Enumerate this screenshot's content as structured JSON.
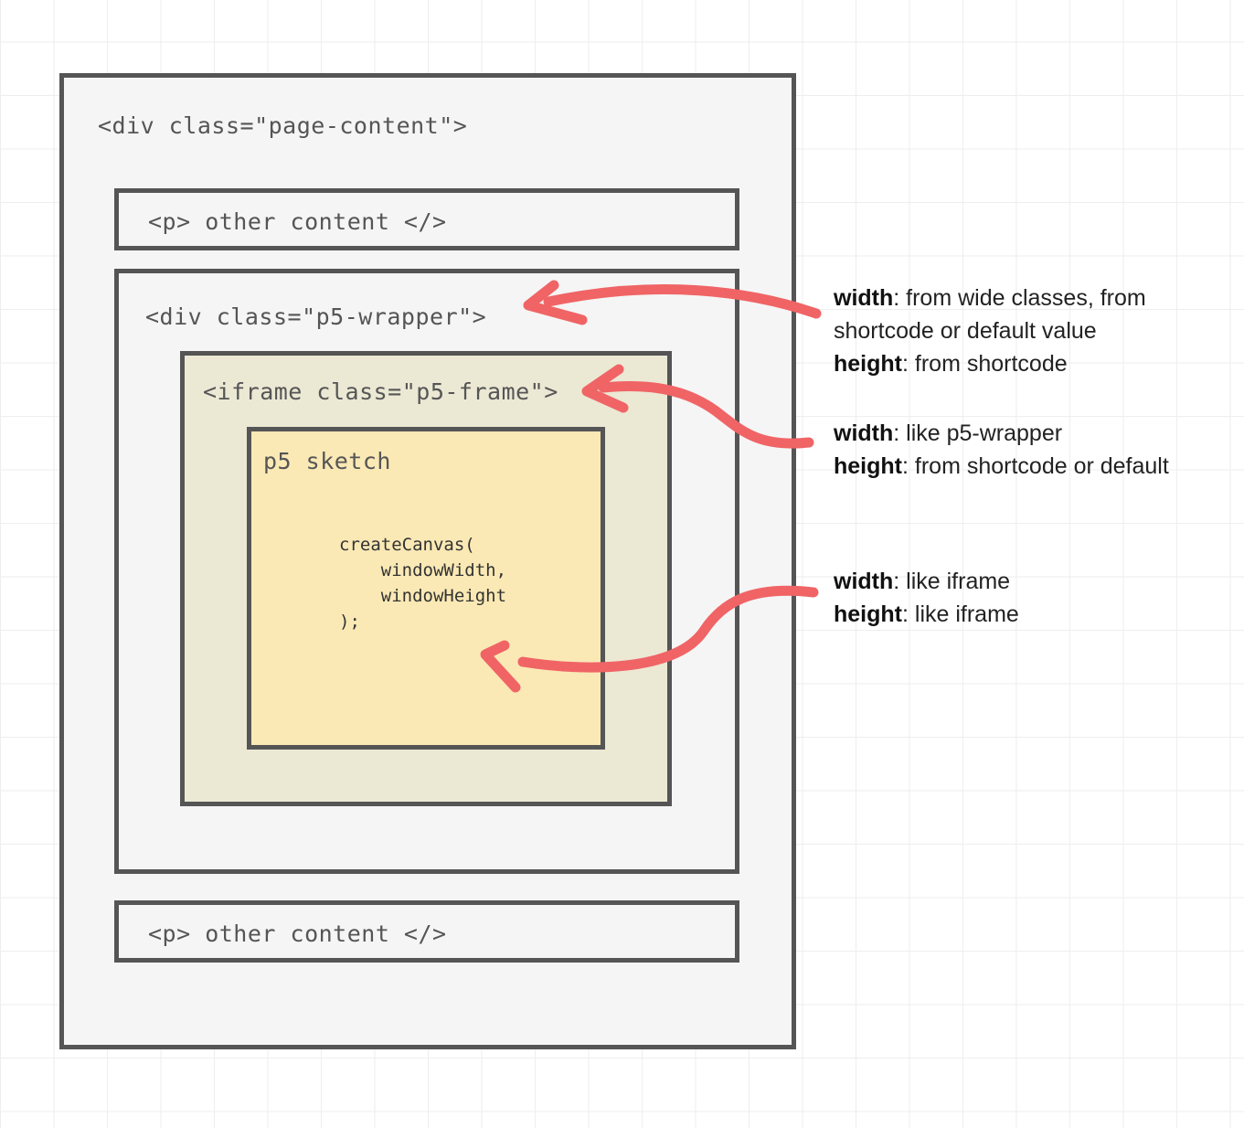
{
  "diagram": {
    "page_content": {
      "label": "<div class=\"page-content\">"
    },
    "paragraph_top": {
      "label": "<p> other content </>"
    },
    "p5_wrapper": {
      "label": "<div class=\"p5-wrapper\">"
    },
    "iframe": {
      "label": "<iframe class=\"p5-frame\">"
    },
    "sketch": {
      "label": "p5 sketch",
      "code": [
        "createCanvas(",
        "    windowWidth,",
        "    windowHeight",
        ");"
      ]
    },
    "paragraph_bottom": {
      "label": "<p> other content </>"
    }
  },
  "annotations": [
    {
      "target": "p5-wrapper",
      "lines": [
        {
          "key": "width",
          "value": ": from wide classes, from shortcode or default value"
        },
        {
          "key": "height",
          "value": ": from shortcode"
        }
      ]
    },
    {
      "target": "iframe",
      "lines": [
        {
          "key": "width",
          "value": ": like p5-wrapper"
        },
        {
          "key": "height",
          "value": ": from shortcode or default"
        }
      ]
    },
    {
      "target": "p5-sketch",
      "lines": [
        {
          "key": "width",
          "value": ": like iframe"
        },
        {
          "key": "height",
          "value": ": like iframe"
        }
      ]
    }
  ],
  "colors": {
    "arrow": "#f06466",
    "border": "#555555",
    "page_bg": "#f5f5f5",
    "iframe_bg": "#ebe8d4",
    "sketch_bg": "#fae9b5"
  }
}
